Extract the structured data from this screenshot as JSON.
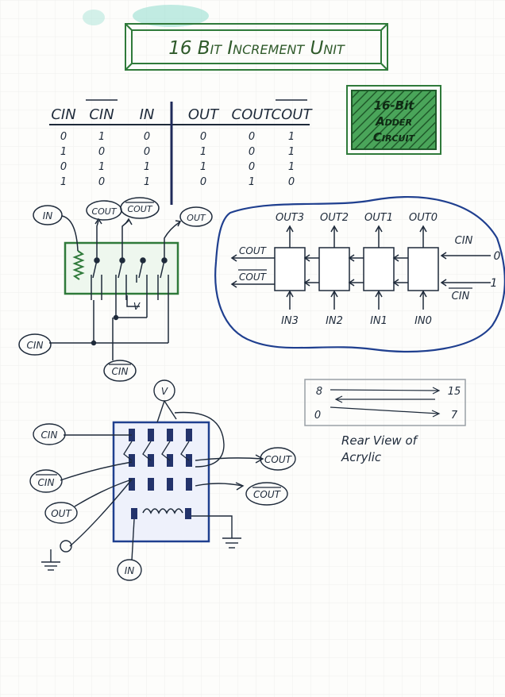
{
  "title": "16 Bit Increment Unit",
  "adder_box": {
    "lines": [
      "16-Bit",
      "Adder",
      "Circuit"
    ]
  },
  "truth_table": {
    "columns": [
      "CIN",
      "CIN",
      "IN",
      "OUT",
      "COUT",
      "COUT"
    ],
    "column_parts": [
      {
        "main": "C",
        "sub": "IN",
        "bar": false
      },
      {
        "main": "C",
        "sub": "IN",
        "bar": true
      },
      {
        "main": "IN",
        "sub": "",
        "bar": false
      },
      {
        "main": "OUT",
        "sub": "",
        "bar": false
      },
      {
        "main": "C",
        "sub": "OUT",
        "bar": false
      },
      {
        "main": "C",
        "sub": "OUT",
        "bar": true
      }
    ],
    "rows": [
      [
        "0",
        "1",
        "0",
        "0",
        "0",
        "1"
      ],
      [
        "1",
        "0",
        "0",
        "1",
        "0",
        "1"
      ],
      [
        "0",
        "1",
        "1",
        "1",
        "0",
        "1"
      ],
      [
        "1",
        "0",
        "1",
        "0",
        "1",
        "0"
      ]
    ]
  },
  "relay_schematic": {
    "in_label": "IN",
    "cout_label": "COUT",
    "cout_bar_label": "COUT",
    "out_label": "OUT",
    "v_label": "V",
    "cin_label": "CIN",
    "cin_bar_label": "CIN"
  },
  "adder_chain": {
    "outputs": [
      "OUT3",
      "OUT2",
      "OUT1",
      "OUT0"
    ],
    "inputs": [
      "IN3",
      "IN2",
      "IN1",
      "IN0"
    ],
    "cout_label": "COUT",
    "cout_bar_label": "COUT",
    "cin_label": "CIN",
    "cin_bar_label": "CIN",
    "cin_value": "0",
    "cin_bar_value": "1"
  },
  "rear_view": {
    "top_left": "8",
    "top_right": "15",
    "bottom_left": "0",
    "bottom_right": "7",
    "caption_line1": "Rear View of",
    "caption_line2": "Acrylic"
  },
  "wiring_diagram": {
    "v_label": "V",
    "cin_label": "CIN",
    "cin_bar_label": "CIN",
    "out_label": "OUT",
    "cout_label": "COUT",
    "cout_bar_label": "COUT",
    "in_label": "IN"
  },
  "colors": {
    "ink": "#1e2a3a",
    "green": "#2f7a3a",
    "blue": "#1f3f8f",
    "hatch_green": "#3d9a4c",
    "teal_smudge": "#7fd6c8"
  }
}
